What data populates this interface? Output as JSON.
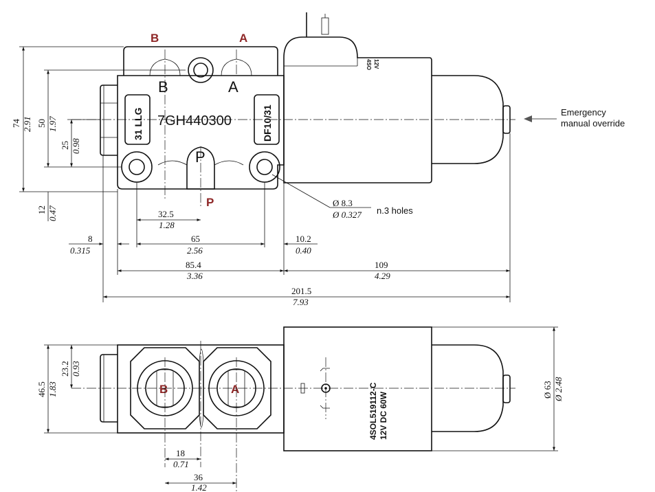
{
  "ports": {
    "a": "A",
    "b": "B",
    "p": "P"
  },
  "body_marks": {
    "b": "B",
    "a": "A",
    "p": "P"
  },
  "labels": {
    "model": "7GH440300",
    "left_tag": "31 LLG",
    "right_tag": "DF10/31",
    "coil_code": "4SOL519112-C",
    "coil_rating": "12V DC 60W",
    "coil_side_a": "4SO",
    "coil_side_b": "12V",
    "emergency_l1": "Emergency",
    "emergency_l2": "manual override",
    "holes_dia_mm": "Ø 8.3",
    "holes_dia_in": "Ø 0.327",
    "holes_count": "n.3 holes"
  },
  "dims": {
    "h74": "74",
    "h74_in": "2.91",
    "h50": "50",
    "h50_in": "1.97",
    "h25": "25",
    "h25_in": "0.98",
    "h12": "12",
    "h12_in": "0.47",
    "w32": "32.5",
    "w32_in": "1.28",
    "w8": "8",
    "w8_in": "0.315",
    "w65": "65",
    "w65_in": "2.56",
    "w102": "10.2",
    "w102_in": "0.40",
    "w854": "85.4",
    "w854_in": "3.36",
    "w109": "109",
    "w109_in": "4.29",
    "w2015": "201.5",
    "w2015_in": "7.93",
    "h465": "46.5",
    "h465_in": "1.83",
    "h232": "23.2",
    "h232_in": "0.93",
    "w18": "18",
    "w18_in": "0.71",
    "w36": "36",
    "w36_in": "1.42",
    "d63": "Ø 63",
    "d63_in": "Ø 2.48"
  },
  "icons": {
    "arrow": "arrow-left-icon"
  }
}
